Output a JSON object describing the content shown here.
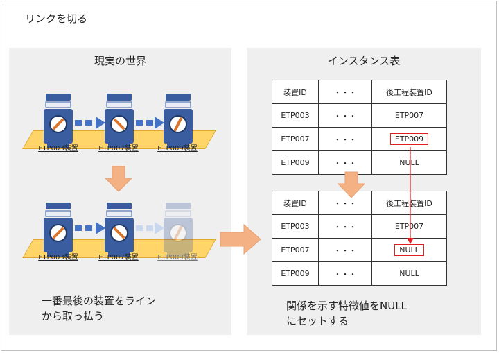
{
  "title": "リンクを切る",
  "left_panel": {
    "title": "現実の世界",
    "top_row": [
      "ETP003装置",
      "ETP007装置",
      "ETP009装置"
    ],
    "bottom_row": [
      "ETP003装置",
      "ETP007装置",
      "ETP009装置"
    ],
    "caption_line1": "一番最後の装置をライン",
    "caption_line2": "から取っ払う"
  },
  "right_panel": {
    "title": "インスタンス表",
    "table_before": {
      "header": [
        "装置ID",
        "・・・",
        "後工程装置ID"
      ],
      "rows": [
        [
          "ETP003",
          "・・・",
          "ETP007"
        ],
        [
          "ETP007",
          "・・・",
          "ETP009"
        ],
        [
          "ETP009",
          "・・・",
          "NULL"
        ]
      ]
    },
    "table_after": {
      "header": [
        "装置ID",
        "・・・",
        "後工程装置ID"
      ],
      "rows": [
        [
          "ETP003",
          "・・・",
          "ETP007"
        ],
        [
          "ETP007",
          "・・・",
          "NULL"
        ],
        [
          "ETP009",
          "・・・",
          "NULL"
        ]
      ]
    },
    "caption_line1": "関係を示す特徴値をNULL",
    "caption_line2": "にセットする"
  },
  "colors": {
    "panel_bg": "#efefef",
    "shelf": "#ffd56a",
    "device_body": "#3a5da0",
    "link_arrow": "#4472c4",
    "transition_arrow": "#f4b183",
    "highlight": "#e02020"
  }
}
